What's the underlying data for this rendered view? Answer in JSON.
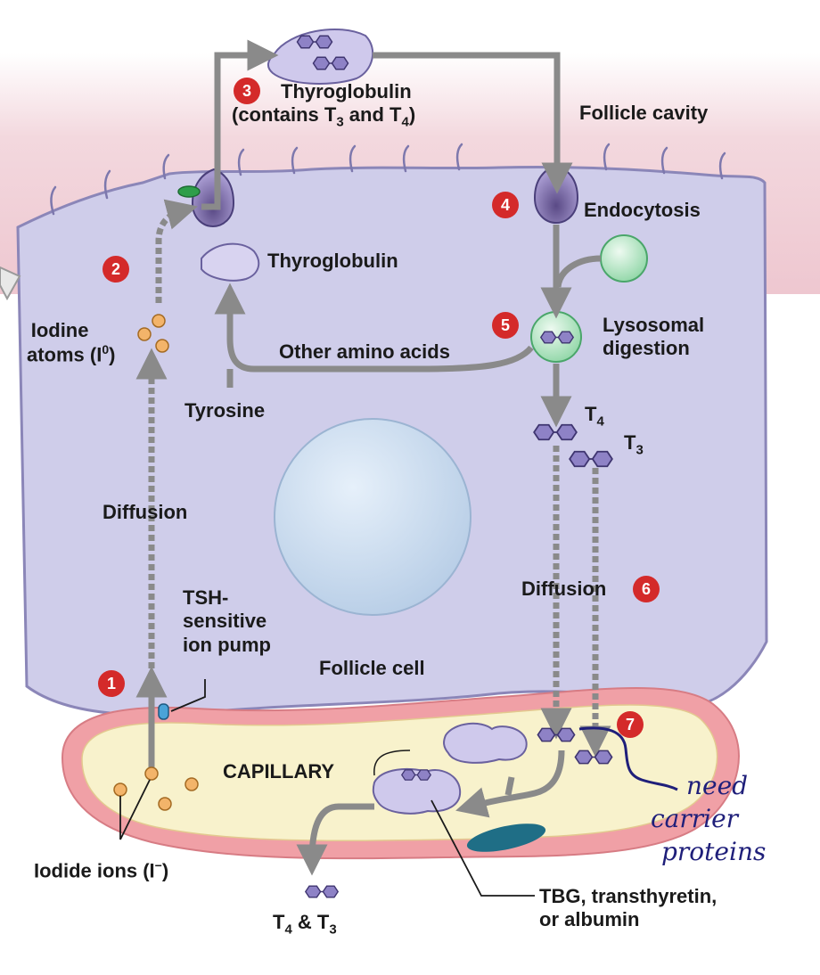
{
  "labels": {
    "follicle_cavity": "Follicle cavity",
    "thyroglobulin_top_line1": "Thyroglobulin",
    "thyroglobulin_top_line2_pre": "(contains T",
    "thyroglobulin_top_sub3": "3",
    "thyroglobulin_top_mid": " and T",
    "thyroglobulin_top_sub4": "4",
    "thyroglobulin_top_post": ")",
    "thyroglobulin_inner": "Thyroglobulin",
    "endocytosis": "Endocytosis",
    "lysosomal_line1": "Lysosomal",
    "lysosomal_line2": "digestion",
    "iodine_line1": "Iodine",
    "iodine_line2_pre": "atoms (I",
    "iodine_sup": "0",
    "iodine_line2_post": ")",
    "other_amino_acids": "Other amino acids",
    "tyrosine": "Tyrosine",
    "t4_pre": "T",
    "t4_sub": "4",
    "t3_pre": "T",
    "t3_sub": "3",
    "diffusion_left": "Diffusion",
    "diffusion_right": "Diffusion",
    "tsh_line1": "TSH-",
    "tsh_line2": "sensitive",
    "tsh_line3": "ion pump",
    "follicle_cell": "Follicle cell",
    "capillary": "CAPILLARY",
    "iodide_pre": "Iodide ions (I",
    "iodide_sup": "−",
    "iodide_post": ")",
    "t4t3_bottom_a": "T",
    "t4t3_bottom_sub4": "4",
    "t4t3_bottom_mid": " & T",
    "t4t3_bottom_sub3": "3",
    "carrier_line1": "TBG, transthyretin,",
    "carrier_line2": "or albumin"
  },
  "steps": {
    "s1": "1",
    "s2": "2",
    "s3": "3",
    "s4": "4",
    "s5": "5",
    "s6": "6",
    "s7": "7"
  },
  "handwritten": {
    "line1": "need",
    "line2": "carrier",
    "line3": "proteins"
  },
  "colors": {
    "cavity": "#f3d8de",
    "cell": "#cfcdea",
    "cell_edge": "#8b86b8",
    "capillary_wall": "#f0a0a6",
    "capillary_lumen": "#f8f2cc",
    "step_badge": "#d42a2a",
    "arrow": "#8a8a8a",
    "nucleus": "#c9dcef",
    "lysosome": "#a8e0b8",
    "iodine": "#f3b46a",
    "handwriting": "#1f1f7a"
  }
}
